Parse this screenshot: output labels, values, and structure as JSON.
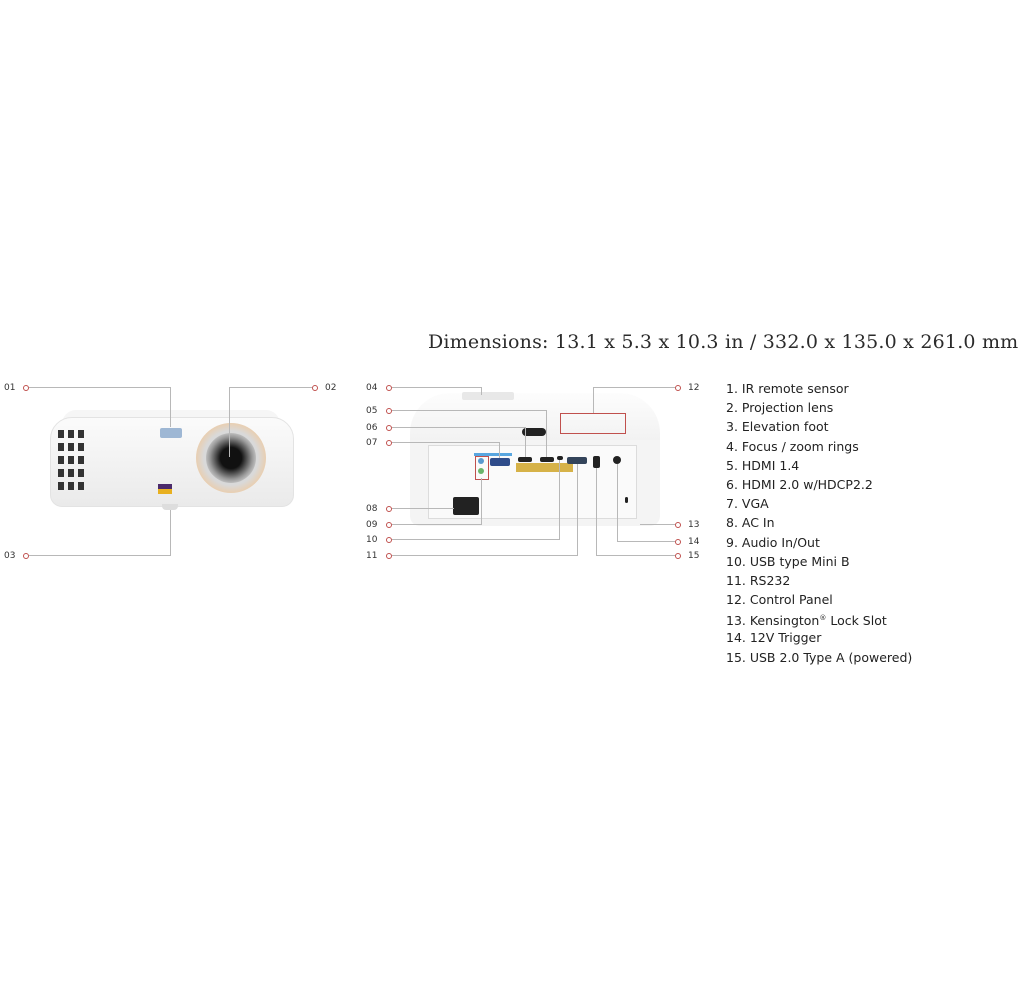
{
  "dimensions": "Dimensions: 13.1 x 5.3 x 10.3 in / 332.0 x 135.0 x 261.0 mm",
  "callouts_front": [
    {
      "num": "01",
      "target": "IR remote sensor"
    },
    {
      "num": "02",
      "target": "Projection lens"
    },
    {
      "num": "03",
      "target": "Elevation foot"
    }
  ],
  "callouts_rear": [
    {
      "num": "04"
    },
    {
      "num": "05"
    },
    {
      "num": "06"
    },
    {
      "num": "07"
    },
    {
      "num": "08"
    },
    {
      "num": "09"
    },
    {
      "num": "10"
    },
    {
      "num": "11"
    },
    {
      "num": "12"
    },
    {
      "num": "13"
    },
    {
      "num": "14"
    },
    {
      "num": "15"
    }
  ],
  "legend": [
    "1. IR remote sensor",
    "2. Projection lens",
    "3. Elevation foot",
    "4. Focus / zoom rings",
    "5. HDMI 1.4",
    "6. HDMI 2.0 w/HDCP2.2",
    "7. VGA",
    "8. AC In",
    "9. Audio In/Out",
    "10. USB type Mini B",
    "11. RS232",
    "12. Control Panel",
    "13. Kensington",
    "14. 12V Trigger",
    "15. USB 2.0 Type A (powered)"
  ],
  "legend_13_sup": "®",
  "legend_13_suffix": " Lock Slot",
  "colors": {
    "callout_dot": "#c0504d",
    "leader_line": "#b8b8b8",
    "gold_label": "#d6b248",
    "blue_label": "#58a6e0"
  }
}
